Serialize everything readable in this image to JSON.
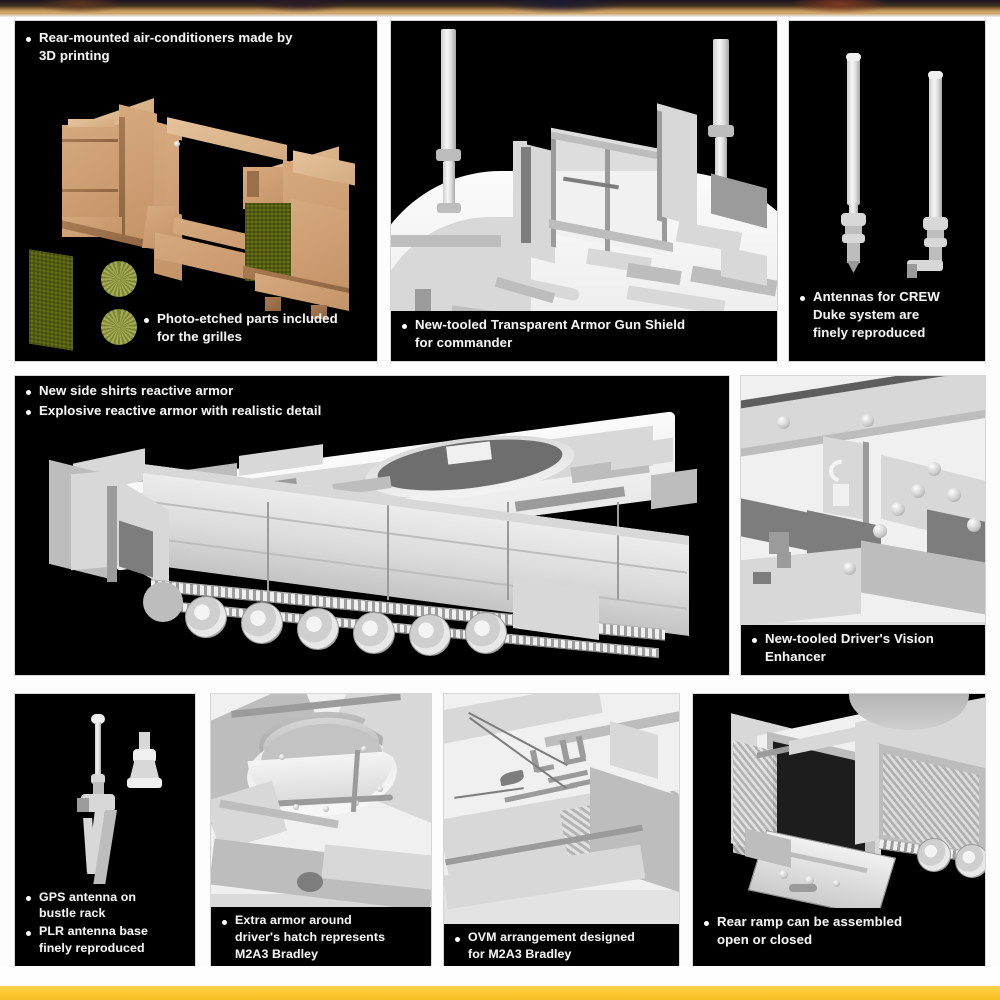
{
  "page": {
    "kind": "model-kit-feature-collage",
    "accent_gold": "#f9c832",
    "panel_background": "#000000",
    "caption_text_color": "#f2f2f2"
  },
  "panels": [
    {
      "id": "air-conditioners",
      "captions": [
        {
          "lines": [
            "Rear-mounted air-conditioners made by",
            "3D printing"
          ],
          "position": "top"
        },
        {
          "lines": [
            "Photo-etched parts included",
            "for the grilles"
          ],
          "position": "inline-bottom"
        }
      ]
    },
    {
      "id": "gun-shield",
      "captions": [
        {
          "lines": [
            "New-tooled Transparent Armor Gun Shield",
            "for commander"
          ],
          "position": "bottom"
        }
      ]
    },
    {
      "id": "crew-duke-antennas",
      "captions": [
        {
          "lines": [
            "Antennas for CREW",
            "Duke system are",
            "finely reproduced"
          ],
          "position": "bottom"
        }
      ]
    },
    {
      "id": "side-skirts-era",
      "captions": [
        {
          "lines": [
            "New side shirts reactive armor"
          ],
          "position": "top"
        },
        {
          "lines": [
            "Explosive reactive armor with realistic detail"
          ],
          "position": "top"
        }
      ]
    },
    {
      "id": "drivers-vision-enhancer",
      "captions": [
        {
          "lines": [
            "New-tooled Driver's Vision",
            "Enhancer"
          ],
          "position": "bottom"
        }
      ]
    },
    {
      "id": "gps-plr-antenna",
      "captions": [
        {
          "lines": [
            "GPS antenna on",
            "bustle rack"
          ],
          "position": "bottom"
        },
        {
          "lines": [
            "PLR antenna base",
            "finely reproduced"
          ],
          "position": "bottom"
        }
      ]
    },
    {
      "id": "drivers-hatch-armor",
      "captions": [
        {
          "lines": [
            "Extra armor around",
            "driver's hatch represents",
            "M2A3 Bradley"
          ],
          "position": "bottom"
        }
      ]
    },
    {
      "id": "ovm-arrangement",
      "captions": [
        {
          "lines": [
            "OVM arrangement designed",
            "for M2A3 Bradley"
          ],
          "position": "bottom"
        }
      ]
    },
    {
      "id": "rear-ramp",
      "captions": [
        {
          "lines": [
            "Rear ramp can be assembled",
            "open or closed"
          ],
          "position": "bottom"
        }
      ]
    }
  ],
  "captions": {
    "ac_l1": "Rear-mounted air-conditioners made by",
    "ac_l2": "3D printing",
    "pe_l1": "Photo-etched parts included",
    "pe_l2": "for the grilles",
    "shield_l1": "New-tooled Transparent Armor Gun Shield",
    "shield_l2": "for commander",
    "ant_l1": "Antennas for CREW",
    "ant_l2": "Duke system are",
    "ant_l3": "finely reproduced",
    "skirt_l1": "New side shirts reactive armor",
    "skirt_l2": "Explosive reactive armor with realistic detail",
    "dve_l1": "New-tooled Driver's Vision",
    "dve_l2": "Enhancer",
    "gps_l1": "GPS antenna on",
    "gps_l2": "bustle rack",
    "plr_l1": "PLR antenna base",
    "plr_l2": "finely reproduced",
    "hatch_l1": "Extra armor around",
    "hatch_l2": "driver's hatch represents",
    "hatch_l3": "M2A3 Bradley",
    "ovm_l1": "OVM arrangement designed",
    "ovm_l2": "for M2A3 Bradley",
    "ramp_l1": "Rear ramp can be assembled",
    "ramp_l2": "open or closed"
  }
}
